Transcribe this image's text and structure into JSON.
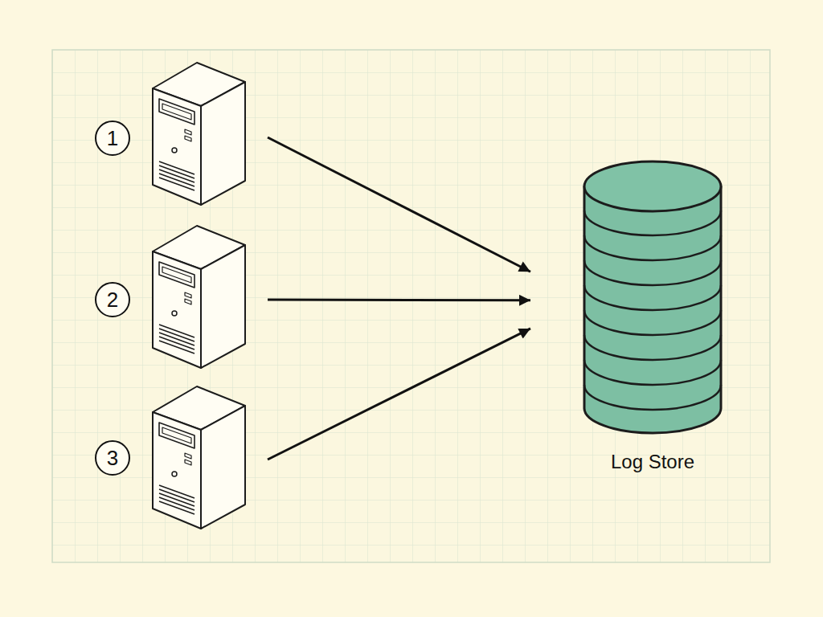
{
  "diagram": {
    "nodes": [
      {
        "text": [
          "1"
        ]
      },
      {
        "text": [
          "2"
        ]
      },
      {
        "text": [
          "3"
        ]
      },
      {
        "text": [
          "Log Store"
        ]
      }
    ],
    "edges": [
      {
        "from": 0,
        "to": 3,
        "arrow": "to"
      },
      {
        "from": 1,
        "to": 3,
        "arrow": "to"
      },
      {
        "from": 2,
        "to": 3,
        "arrow": "to"
      }
    ]
  }
}
